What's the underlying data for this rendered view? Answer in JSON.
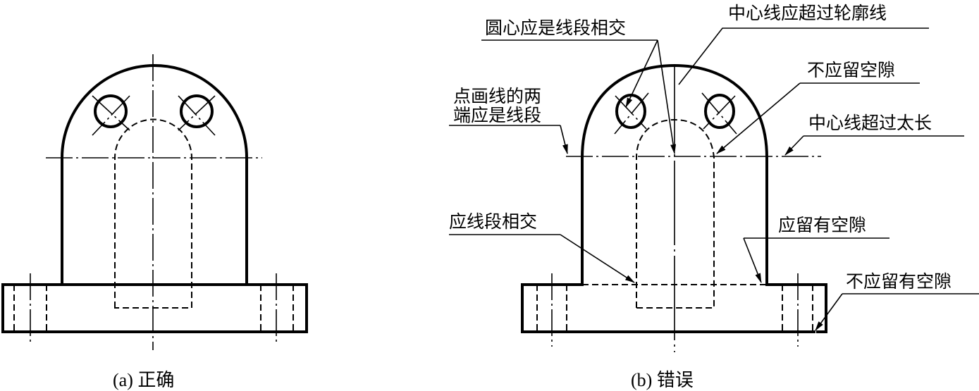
{
  "captions": {
    "a": "(a) 正确",
    "b": "(b) 错误"
  },
  "annotations": {
    "circle_center": "圆心应是线段相交",
    "centerline_exceed": "中心线应超过轮廓线",
    "dash_ends_line1": "点画线的两",
    "dash_ends_line2": "端应是线段",
    "no_gap": "不应留空隙",
    "centerline_too_long": "中心线超过太长",
    "should_intersect": "应线段相交",
    "should_gap": "应留有空隙",
    "no_gap_2": "不应留有空隙"
  }
}
